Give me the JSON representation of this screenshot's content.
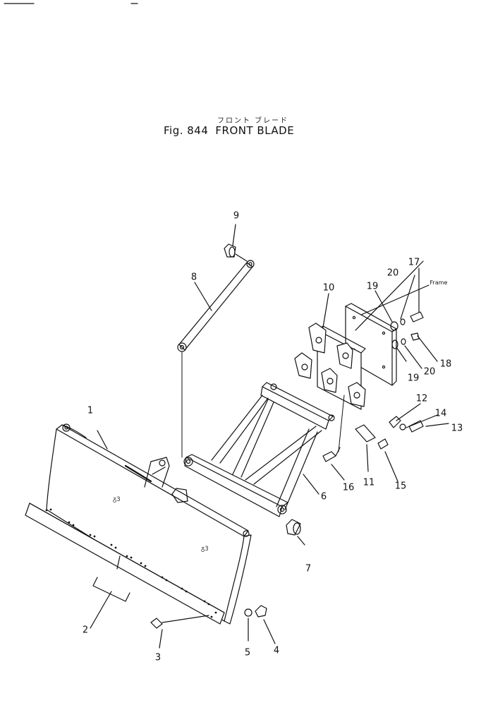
{
  "title": {
    "japanese": "フロント ブレード",
    "fig_label": "Fig. 844",
    "name": "FRONT BLADE"
  },
  "callouts": [
    {
      "id": "c1",
      "text": "1"
    },
    {
      "id": "c2",
      "text": "2"
    },
    {
      "id": "c3",
      "text": "3"
    },
    {
      "id": "c4",
      "text": "4"
    },
    {
      "id": "c5",
      "text": "5"
    },
    {
      "id": "c6",
      "text": "6"
    },
    {
      "id": "c7",
      "text": "7"
    },
    {
      "id": "c8",
      "text": "8"
    },
    {
      "id": "c9",
      "text": "9"
    },
    {
      "id": "c10",
      "text": "10"
    },
    {
      "id": "c11",
      "text": "11"
    },
    {
      "id": "c12",
      "text": "12"
    },
    {
      "id": "c13",
      "text": "13"
    },
    {
      "id": "c14",
      "text": "14"
    },
    {
      "id": "c15",
      "text": "15"
    },
    {
      "id": "c16",
      "text": "16"
    },
    {
      "id": "c17",
      "text": "17"
    },
    {
      "id": "c18",
      "text": "18"
    },
    {
      "id": "c19a",
      "text": "19"
    },
    {
      "id": "c19b",
      "text": "19"
    },
    {
      "id": "c20a",
      "text": "20"
    },
    {
      "id": "c20b",
      "text": "20"
    },
    {
      "id": "frame",
      "text": "Frame"
    }
  ]
}
